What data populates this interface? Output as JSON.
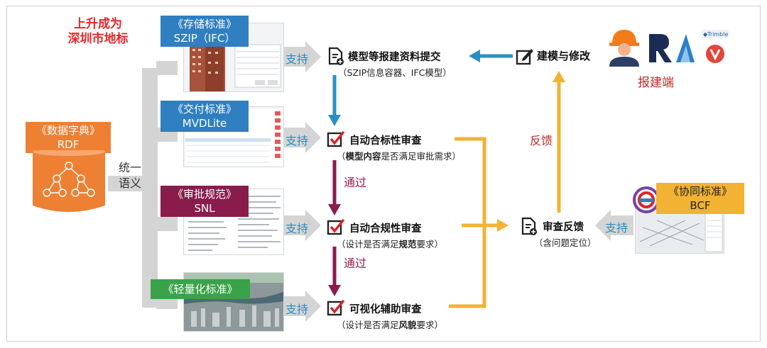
{
  "headline": {
    "line1": "上升成为",
    "line2": "深圳市地标"
  },
  "data_dictionary": {
    "title": "《数据字典》",
    "sub": "RDF"
  },
  "unified_semantics": {
    "line1": "统一",
    "line2": "语义"
  },
  "standards": [
    {
      "title": "《存储标准》",
      "sub": "SZIP（IFC）",
      "color": "#2f7fc1"
    },
    {
      "title": "《交付标准》",
      "sub": "MVDLite",
      "color": "#2f7fc1"
    },
    {
      "title": "《审批规范》",
      "sub": "SNL",
      "color": "#8a1c4c"
    },
    {
      "title": "《轻量化标准》",
      "sub": "",
      "color": "#3aa34a"
    }
  ],
  "support_label": "支持",
  "steps": [
    {
      "title": "模型等报建资料提交",
      "sub_pre": "（SZIP信息容器、IFC模型）",
      "sub_bold": "",
      "sub_post": ""
    },
    {
      "title": "自动合标性审查",
      "sub_pre": "（",
      "sub_bold": "模型内容",
      "sub_post": "是否满足审批需求）"
    },
    {
      "title": "自动合规性审查",
      "sub_pre": "（设计是否满足",
      "sub_bold": "规范",
      "sub_post": "要求）"
    },
    {
      "title": "可视化辅助审查",
      "sub_pre": "（设计是否满足",
      "sub_bold": "风貌",
      "sub_post": "要求）"
    }
  ],
  "pass_label": "通过",
  "build_modify": "建模与修改",
  "review_feedback": {
    "title": "审查反馈",
    "sub": "（含问题定位）"
  },
  "feedback_label": "反馈",
  "collab": {
    "title": "《协同标准》",
    "sub": "BCF"
  },
  "client_label": "报建端",
  "colors": {
    "blue_arrow": "#2b8fc4",
    "orange_arrow": "#f2b233",
    "purple_arrow": "#8a1c4c",
    "gray_arrow": "#d4d4d4",
    "check_red": "#d6262a"
  }
}
